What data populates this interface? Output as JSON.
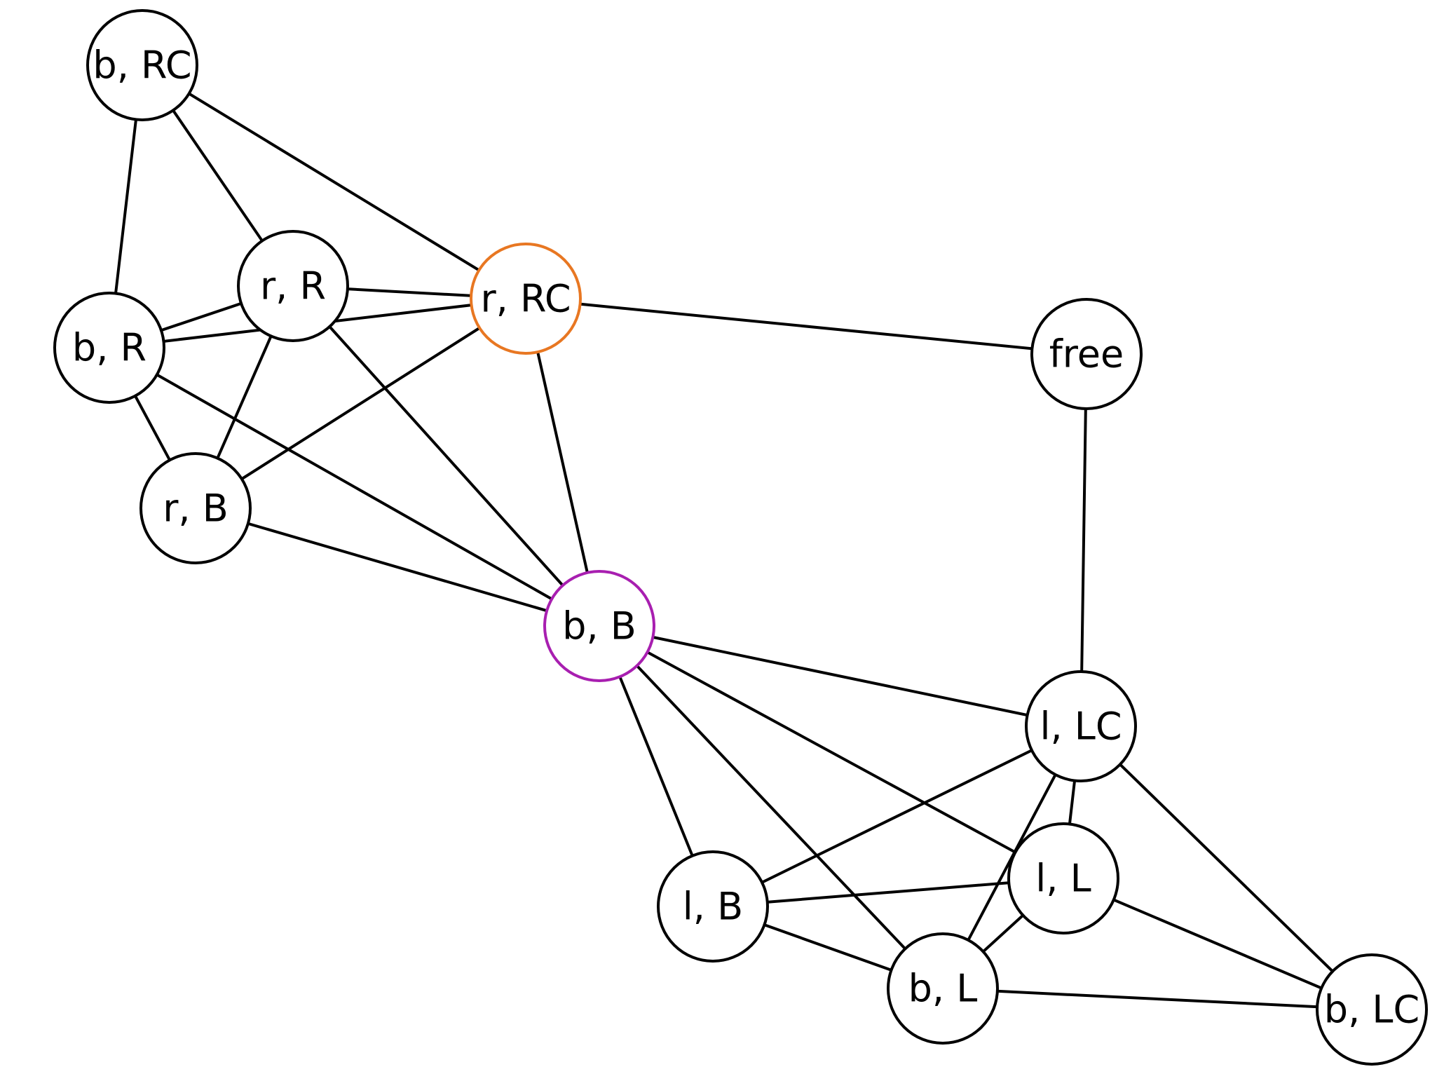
{
  "graph": {
    "default_stroke": "#000000",
    "nodes": [
      {
        "id": "b_RC",
        "label": "b, RC",
        "color": "#000000"
      },
      {
        "id": "r_R",
        "label": "r, R",
        "color": "#000000"
      },
      {
        "id": "r_RC",
        "label": "r, RC",
        "color": "#e87722"
      },
      {
        "id": "b_R",
        "label": "b, R",
        "color": "#000000"
      },
      {
        "id": "r_B",
        "label": "r, B",
        "color": "#000000"
      },
      {
        "id": "free",
        "label": "free",
        "color": "#000000"
      },
      {
        "id": "b_B",
        "label": "b, B",
        "color": "#a81fb0"
      },
      {
        "id": "l_LC",
        "label": "l, LC",
        "color": "#000000"
      },
      {
        "id": "l_L",
        "label": "l, L",
        "color": "#000000"
      },
      {
        "id": "l_B",
        "label": "l, B",
        "color": "#000000"
      },
      {
        "id": "b_L",
        "label": "b, L",
        "color": "#000000"
      },
      {
        "id": "b_LC",
        "label": "b, LC",
        "color": "#000000"
      }
    ],
    "edges": [
      [
        "b_RC",
        "b_R"
      ],
      [
        "b_RC",
        "r_R"
      ],
      [
        "b_RC",
        "r_RC"
      ],
      [
        "r_R",
        "b_R"
      ],
      [
        "r_R",
        "r_RC"
      ],
      [
        "r_R",
        "r_B"
      ],
      [
        "r_R",
        "b_B"
      ],
      [
        "b_R",
        "r_RC"
      ],
      [
        "b_R",
        "r_B"
      ],
      [
        "b_R",
        "b_B"
      ],
      [
        "r_B",
        "r_RC"
      ],
      [
        "r_B",
        "b_B"
      ],
      [
        "r_RC",
        "free"
      ],
      [
        "r_RC",
        "b_B"
      ],
      [
        "free",
        "l_LC"
      ],
      [
        "b_B",
        "l_LC"
      ],
      [
        "b_B",
        "l_L"
      ],
      [
        "b_B",
        "l_B"
      ],
      [
        "b_B",
        "b_L"
      ],
      [
        "l_LC",
        "l_L"
      ],
      [
        "l_LC",
        "l_B"
      ],
      [
        "l_LC",
        "b_L"
      ],
      [
        "l_LC",
        "b_LC"
      ],
      [
        "l_L",
        "l_B"
      ],
      [
        "l_L",
        "b_L"
      ],
      [
        "l_L",
        "b_LC"
      ],
      [
        "l_B",
        "b_L"
      ],
      [
        "b_L",
        "b_LC"
      ]
    ]
  }
}
